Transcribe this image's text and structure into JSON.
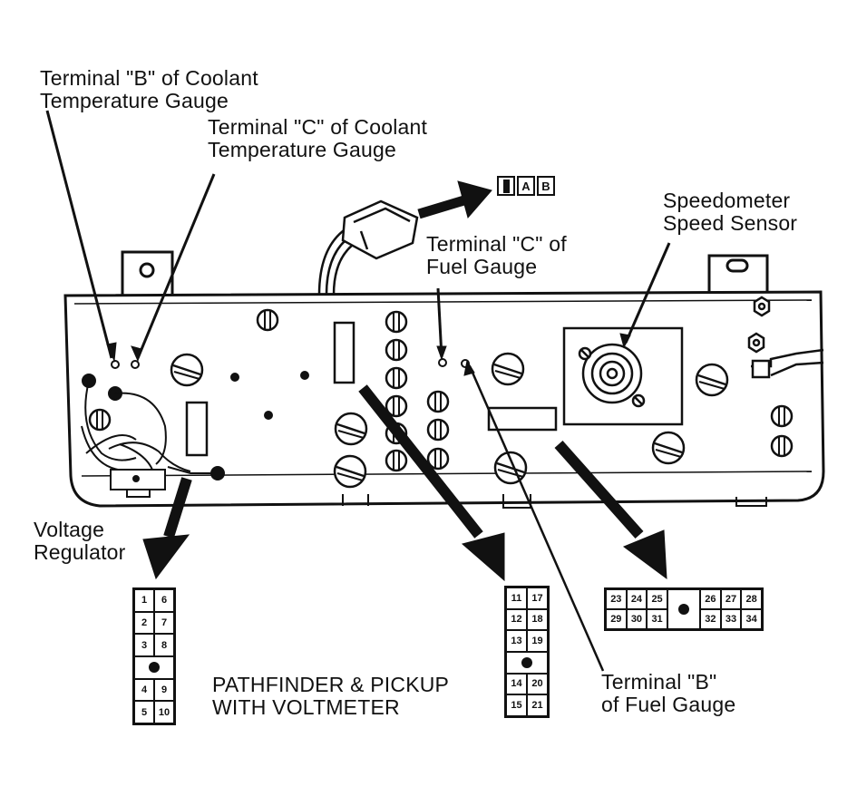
{
  "labels": {
    "coolant_b": "Terminal \"B\" of Coolant\nTemperature Gauge",
    "coolant_c": "Terminal \"C\" of Coolant\nTemperature Gauge",
    "fuel_c": "Terminal \"C\" of\nFuel Gauge",
    "speed_sensor": "Speedometer\nSpeed Sensor",
    "voltage_regulator": "Voltage\nRegulator",
    "fuel_b": "Terminal \"B\"\nof Fuel Gauge",
    "model_note": "PATHFINDER & PICKUP\nWITH VOLTMETER"
  },
  "small_connector": [
    "A",
    "B"
  ],
  "connectors": {
    "left": [
      [
        "1",
        "6"
      ],
      [
        "2",
        "7"
      ],
      [
        "3",
        "8"
      ],
      [
        "dot"
      ],
      [
        "4",
        "9"
      ],
      [
        "5",
        "10"
      ]
    ],
    "middle": [
      [
        "11",
        "17"
      ],
      [
        "12",
        "18"
      ],
      [
        "13",
        "19"
      ],
      [
        "dot"
      ],
      [
        "14",
        "20"
      ],
      [
        "15",
        "21"
      ]
    ],
    "right": [
      [
        "23",
        "24",
        "25",
        "dot",
        "26",
        "27",
        "28"
      ],
      [
        "29",
        "30",
        "31",
        "dot",
        "32",
        "33",
        "34"
      ]
    ]
  }
}
